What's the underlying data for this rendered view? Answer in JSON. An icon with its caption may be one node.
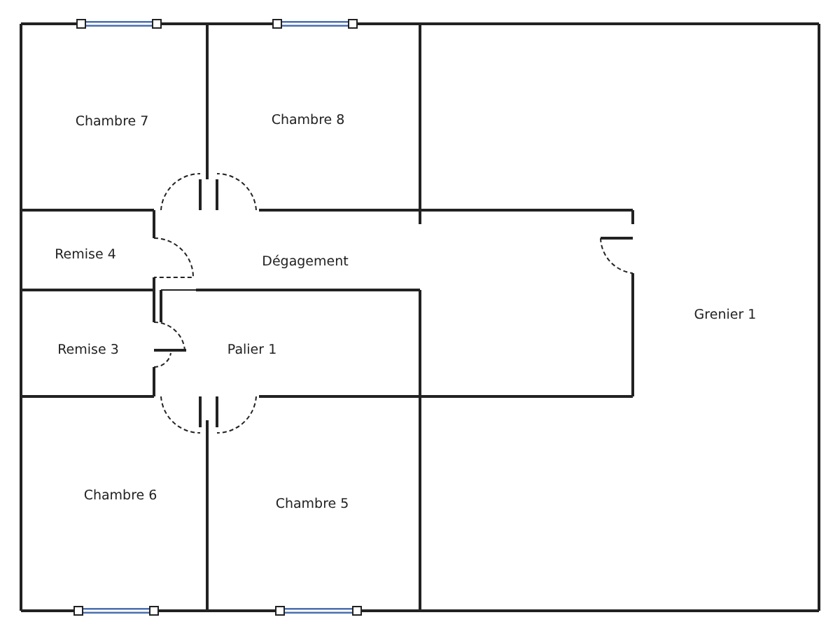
{
  "diagram": {
    "labels": [
      "Chambre 7",
      "Chambre 8",
      "Remise 4",
      "Dégagement",
      "Remise 3",
      "Palier 1",
      "Grenier 1",
      "Chambre 6",
      "Chambre 5"
    ]
  }
}
